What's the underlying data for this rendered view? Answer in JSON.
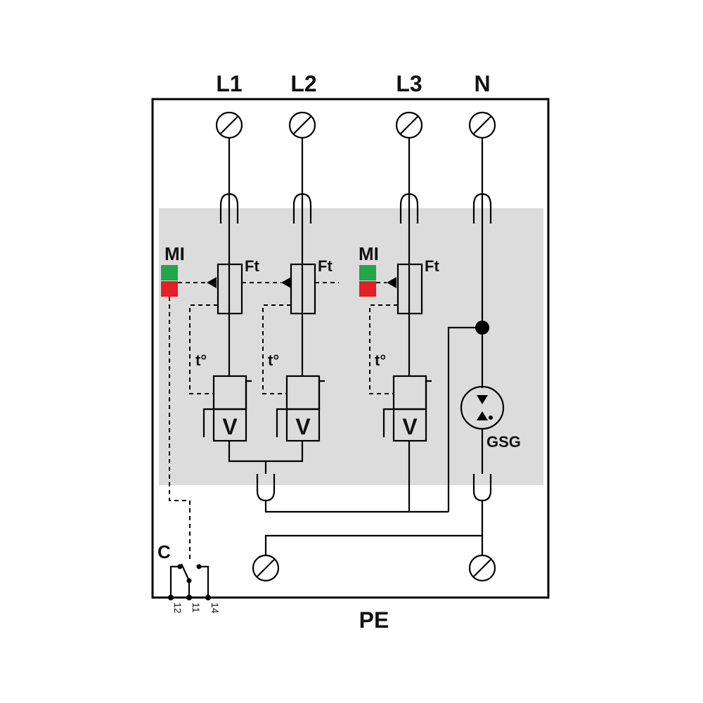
{
  "terminals": {
    "l1": "L1",
    "l2": "L2",
    "l3": "L3",
    "n": "N",
    "pe": "PE"
  },
  "indicators": {
    "mi_label": "MI",
    "ok_color": "#22a64a",
    "fault_color": "#e41f26"
  },
  "fuse_label": "Ft",
  "thermal_label": "t°",
  "varistor_label": "V",
  "gsg_label": "GSG",
  "contact": {
    "label": "C",
    "pins": [
      "12",
      "11",
      "14"
    ]
  },
  "colors": {
    "module_fill": "#dcdcdc",
    "line": "#000000"
  }
}
